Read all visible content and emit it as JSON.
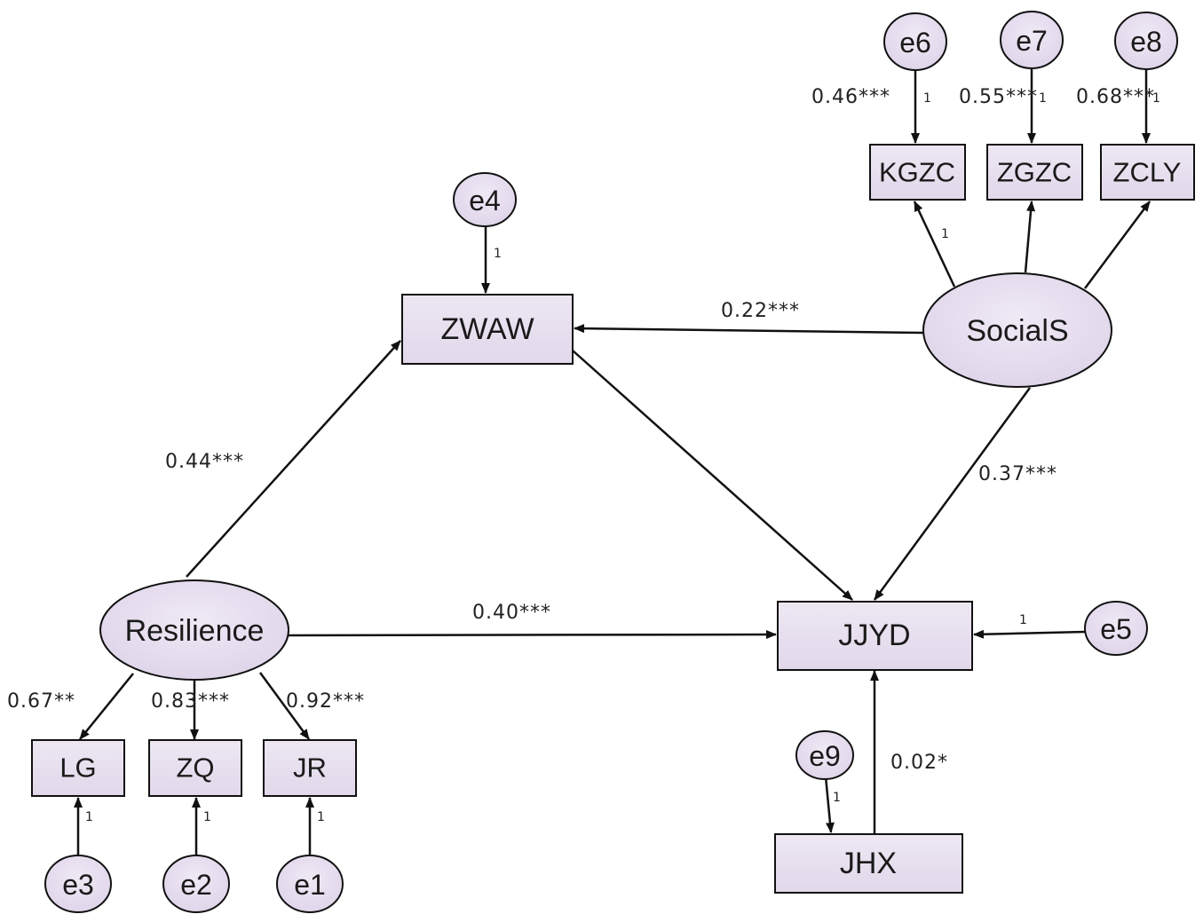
{
  "nodes": {
    "zwaw": "ZWAW",
    "jjyd": "JJYD",
    "jhx": "JHX",
    "lg": "LG",
    "zq": "ZQ",
    "jr": "JR",
    "kgzc": "KGZC",
    "zgzc": "ZGZC",
    "zcly": "ZCLY",
    "resilience": "Resilience",
    "socials": "SocialS"
  },
  "errors": {
    "e1": "e1",
    "e2": "e2",
    "e3": "e3",
    "e4": "e4",
    "e5": "e5",
    "e6": "e6",
    "e7": "e7",
    "e8": "e8",
    "e9": "e9"
  },
  "coefficients": {
    "res_zwaw": "0.44***",
    "soc_zwaw": "0.22***",
    "res_jjyd": "0.40***",
    "soc_jjyd": "0.37***",
    "jhx_jjyd": "0.02*",
    "res_lg": "0.67**",
    "res_zq": "0.83***",
    "res_jr": "0.92***",
    "e6_kgzc": "0.46***",
    "e7_zgzc": "0.55***",
    "e8_zcly": "0.68***"
  },
  "fixed_loading": "1",
  "colors": {
    "fill_top": "#ece6f3",
    "fill_bottom": "#e2d8ec",
    "stroke": "#111111"
  }
}
